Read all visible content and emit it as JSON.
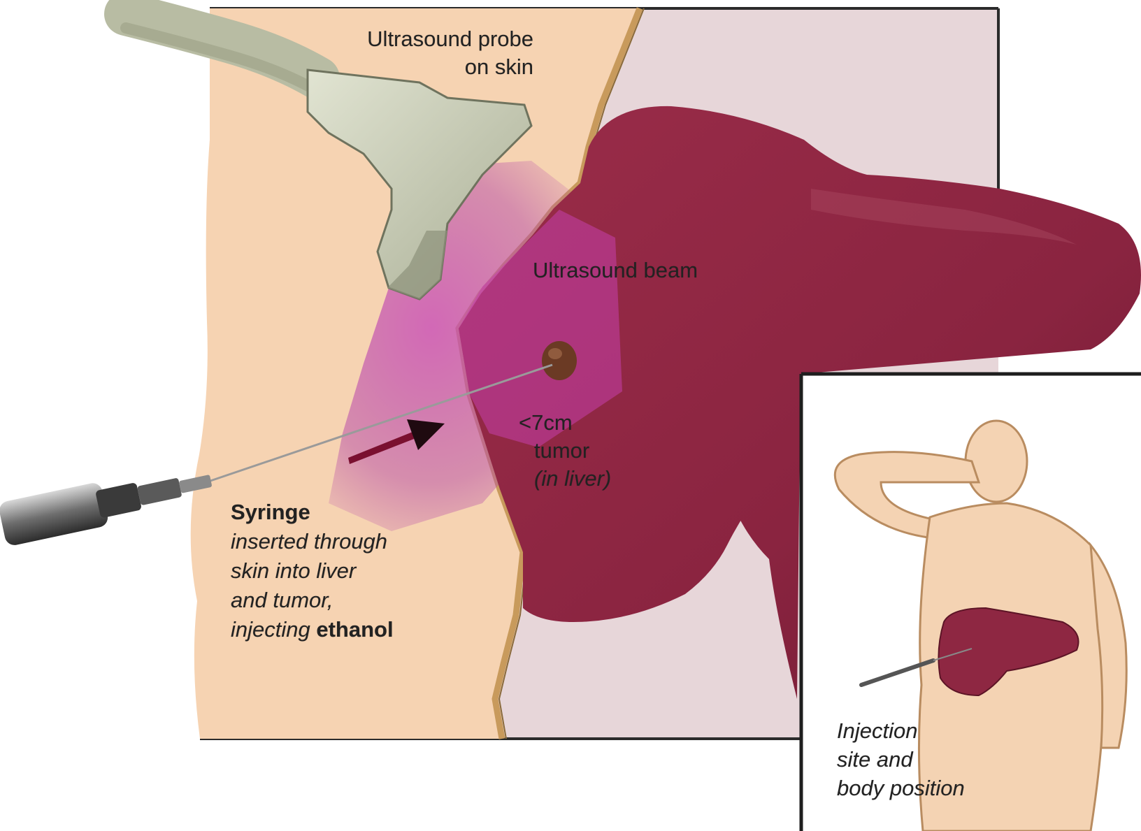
{
  "labels": {
    "probe": {
      "line1": "Ultrasound probe",
      "line2": "on skin"
    },
    "beam": "Ultrasound beam",
    "tumor": {
      "line1": "<7cm",
      "line2": "tumor",
      "line3": "(in liver)"
    },
    "syringe": {
      "title": "Syringe",
      "line1": "inserted through",
      "line2": "skin into liver",
      "line3": "and tumor,",
      "line4_prefix": "injecting ",
      "line4_bold": "ethanol"
    },
    "inset": {
      "line1": "Injection",
      "line2": "site and",
      "line3": "body position"
    }
  },
  "colors": {
    "skin": "#f6d3b2",
    "skin_edge": "#c89a5c",
    "liver": "#8e2742",
    "liver_dark": "#6f1a31",
    "ultrasound_beam": "#c44cb0",
    "background_panel": "#e7d6d9",
    "probe": "#cfd4bd",
    "frame": "#2b2b2b"
  }
}
